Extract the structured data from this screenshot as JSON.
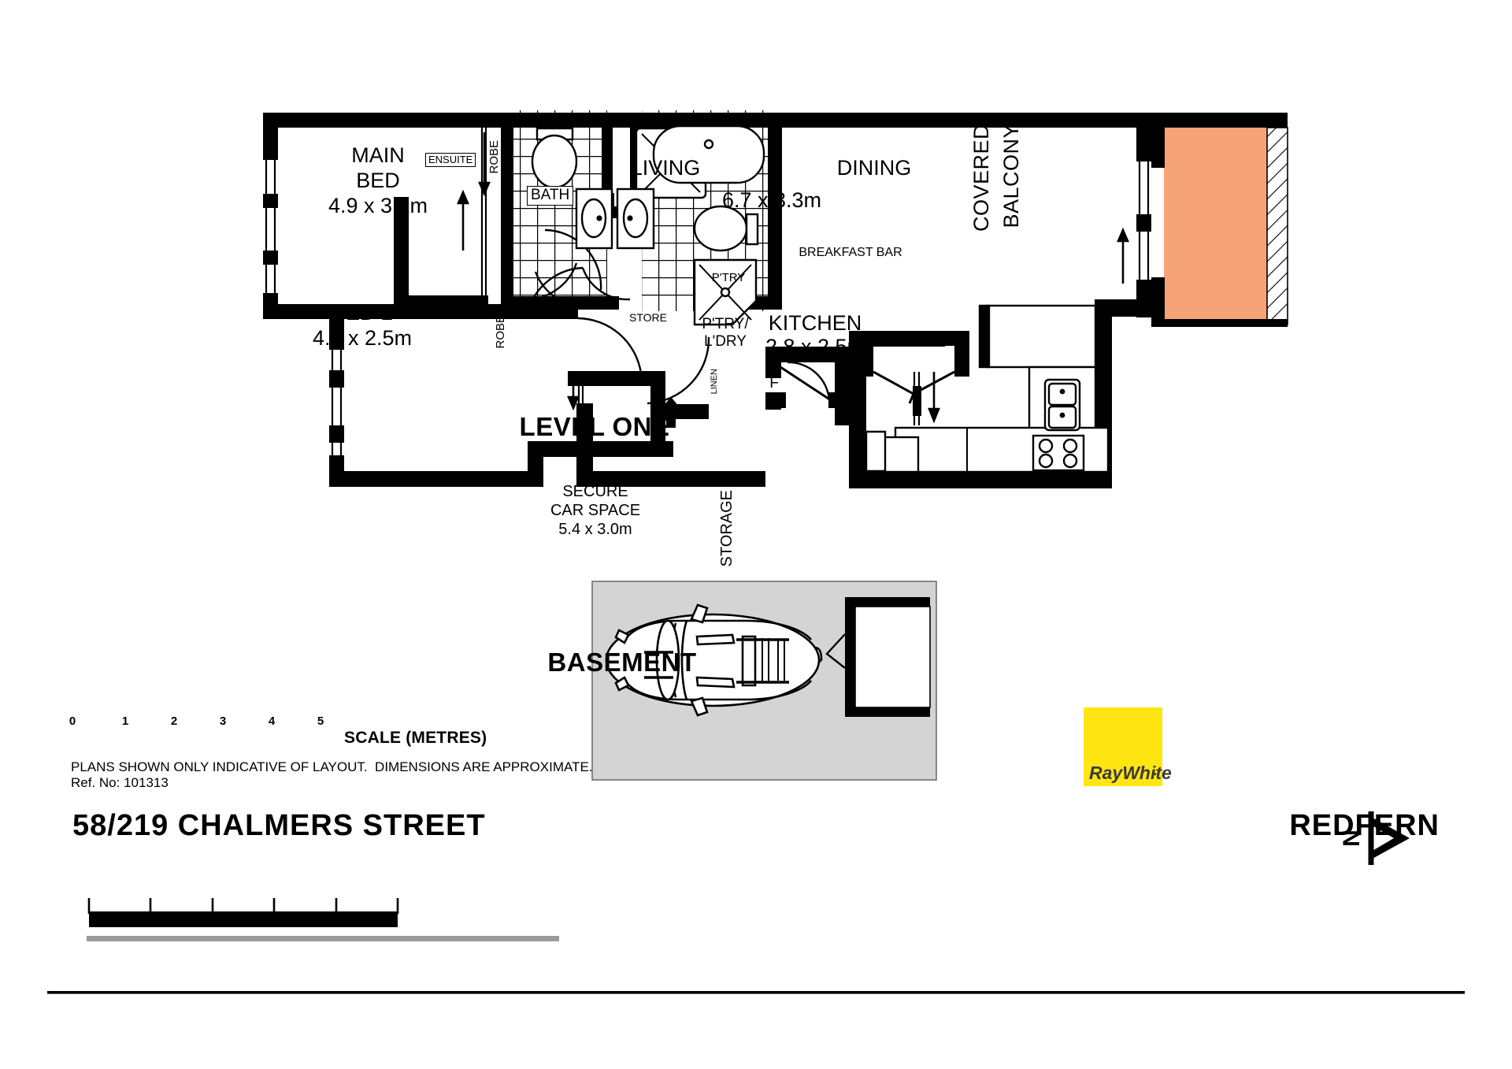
{
  "document": {
    "type": "real-estate-floorplan",
    "address_line": "58/219 CHALMERS STREET",
    "suburb": "REDFERN"
  },
  "levels": [
    {
      "id": "level-one",
      "title": "LEVEL ONE"
    },
    {
      "id": "basement",
      "title": "BASEMENT"
    }
  ],
  "level_one": {
    "rooms": [
      {
        "key": "main_bed",
        "name": "MAIN\nBED",
        "dimensions": "4.9 x 3.1m"
      },
      {
        "key": "bed2",
        "name": "BED 2",
        "dimensions": "4.7 x 2.5m"
      },
      {
        "key": "living",
        "name": "LIVING",
        "dimensions": ""
      },
      {
        "key": "dining",
        "name": "DINING",
        "dimensions": ""
      },
      {
        "key": "living_dining_dim",
        "name": "",
        "dimensions": "6.7 x 3.3m"
      },
      {
        "key": "kitchen",
        "name": "KITCHEN",
        "dimensions": "2.8 x 2.5m"
      },
      {
        "key": "balcony",
        "name": "COVERED\nBALCONY",
        "dimensions": ""
      }
    ],
    "labels": {
      "main_bed_name_1": "MAIN",
      "main_bed_name_2": "BED",
      "main_bed_dim": "4.9 x 3.1m",
      "robe_main": "ROBE",
      "ensuite": "ENSUITE",
      "bath": "BATH",
      "living": "LIVING",
      "dining": "DINING",
      "living_dim": "6.7 x 3.3m",
      "balcony_line_1": "COVERED",
      "balcony_line_2": "BALCONY",
      "bed2_name": "BED 2",
      "bed2_dim": "4.7 x 2.5m",
      "robe_bed2": "ROBE",
      "store": "STORE",
      "ptry": "P'TRY",
      "ptry_ldry_1": "P'TRY/",
      "ptry_ldry_2": "L'DRY",
      "linen": "LINEN",
      "fridge": "F",
      "breakfast_bar": "BREAKFAST BAR",
      "kitchen_name": "KITCHEN",
      "kitchen_dim": "2.8 x 2.5m"
    }
  },
  "basement": {
    "labels": {
      "car_space_1": "SECURE",
      "car_space_2": "CAR SPACE",
      "car_space_dim": "5.4 x 3.0m",
      "storage": "STORAGE"
    }
  },
  "scale": {
    "title": "SCALE (METRES)",
    "ticks": [
      "0",
      "1",
      "2",
      "3",
      "4",
      "5"
    ]
  },
  "footer": {
    "disclaimer": "PLANS SHOWN ONLY INDICATIVE OF LAYOUT.  DIMENSIONS ARE APPROXIMATE.",
    "ref_no": "Ref. No: 101313"
  },
  "branding": {
    "logo_text": "RayWhite",
    "logo_suffix": ".",
    "logo_color": "#FFE512",
    "north_label": "N"
  },
  "colors": {
    "wall": "#000000",
    "balcony_fill": "#F6A477",
    "basement_fill": "#D4D4D4",
    "brand_yellow": "#FFE512",
    "background": "#FFFFFF"
  }
}
